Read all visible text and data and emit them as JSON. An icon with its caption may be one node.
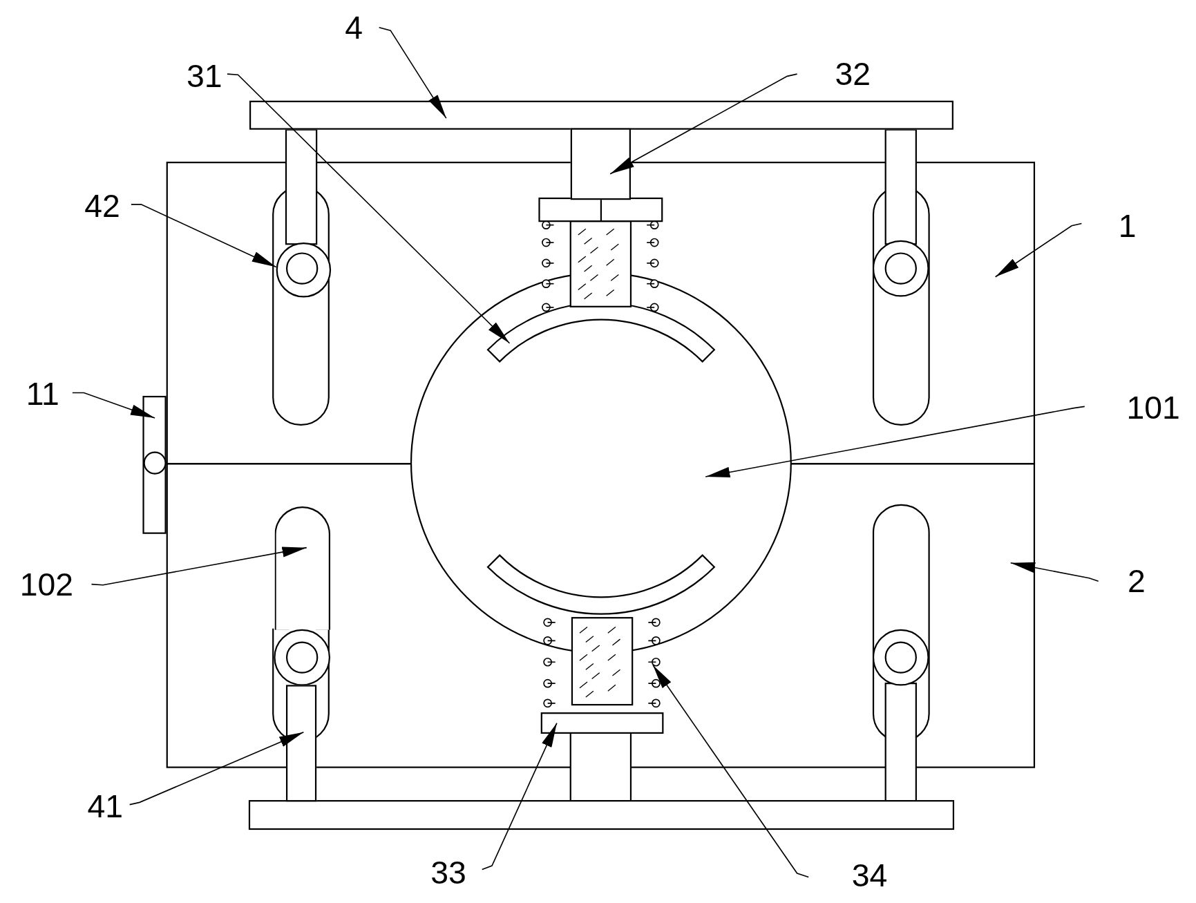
{
  "diagram": {
    "nodes": [
      {
        "text": [
          "4"
        ]
      },
      {
        "text": [
          "31"
        ]
      },
      {
        "text": [
          "32"
        ]
      },
      {
        "text": [
          "42"
        ]
      },
      {
        "text": [
          "1"
        ]
      },
      {
        "text": [
          "11"
        ]
      },
      {
        "text": [
          "101"
        ]
      },
      {
        "text": [
          "102"
        ]
      },
      {
        "text": [
          "2"
        ]
      },
      {
        "text": [
          "41"
        ]
      },
      {
        "text": [
          "33"
        ]
      },
      {
        "text": [
          "34"
        ]
      },
      {
        "text": [],
        "shape": "bar"
      },
      {
        "text": [],
        "shape": "bar"
      },
      {
        "text": [],
        "shape": "box"
      },
      {
        "text": [],
        "shape": "circle",
        "in": 14
      },
      {
        "text": [],
        "shape": "box"
      },
      {
        "text": [],
        "shape": "circle"
      },
      {
        "text": [],
        "shape": "arc"
      },
      {
        "text": [],
        "shape": "box"
      },
      {
        "text": [],
        "shape": "slot",
        "in": 19
      },
      {
        "text": [],
        "shape": "bar"
      },
      {
        "text": [],
        "shape": "bar",
        "in": 19
      },
      {
        "text": [],
        "shape": "spring",
        "in": 19
      }
    ],
    "edges": [
      {
        "from": 0,
        "to": 12,
        "arrow": "to"
      },
      {
        "from": 1,
        "to": 18,
        "arrow": "to"
      },
      {
        "from": 2,
        "to": 13,
        "arrow": "to"
      },
      {
        "from": 3,
        "to": 15,
        "arrow": "to"
      },
      {
        "from": 4,
        "to": 14,
        "arrow": "to"
      },
      {
        "from": 5,
        "to": 16,
        "arrow": "to"
      },
      {
        "from": 6,
        "to": 17,
        "arrow": "to"
      },
      {
        "from": 7,
        "to": 20,
        "arrow": "to"
      },
      {
        "from": 8,
        "to": 19,
        "arrow": "to"
      },
      {
        "from": 9,
        "to": 21,
        "arrow": "to"
      },
      {
        "from": 10,
        "to": 22,
        "arrow": "to"
      },
      {
        "from": 11,
        "to": 23,
        "arrow": "to"
      }
    ]
  }
}
